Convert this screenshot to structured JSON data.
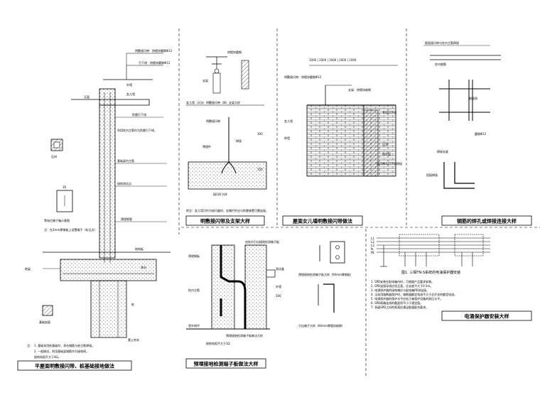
{
  "panels": {
    "p1": {
      "title": "平屋面明敷接闪带、桩基础接地做法",
      "labels": {
        "rod_top": "明敷接闪带：热镀锌圆钢Φ12",
        "rod_top2": "引下线：热镀锌圆钢Φ12",
        "parapet": "女儿墙",
        "roof_layer": "天面",
        "outside_wall": "外墙",
        "downlead": "防雷引下线",
        "downlead_note": "利用柱内主筋作为防雷引下线，",
        "pile_cap": "承台",
        "ground_beam": "地梁",
        "beam_note": "基础梁内主筋",
        "pile": "桩",
        "test_box": "接地测试点",
        "stone": "石材",
        "pipe": "预埋钢管",
        "bolt_box_title": "等电位端子箱示意图",
        "bolt_box_note": "注：在2mm厚钢板上设置端子（标记点）",
        "bottom_section": "基础剖面",
        "notes_head": "注：",
        "note1": "1. 基础采用桩基础时，承台钢筋与桩主筋焊接。",
        "note2": "2. 一般情况，利用基础梁钢筋作为接地网，",
        "note3": "接地电阻不大于4Ω。",
        "dim30": "30",
        "slab": "结构板",
        "soil": "素土夯实"
      }
    },
    "p2": {
      "title": "明敷接闪带及支架大样",
      "labels": {
        "rod": "热镀锌圆钢",
        "bracket": "支架",
        "sub_title": "女儿墙（天沟）明敷接闪带（网）支架大样",
        "bar_label": "明敷接闪带",
        "embed": "预埋件",
        "weld": "焊接",
        "bottom_label": "接闪杆大样",
        "note": "附注：女儿墙可作为接闪器时，金属栏杆应与防雷装置可靠连接。",
        "dim300": "300",
        "dim150": "150"
      }
    },
    "p3": {
      "title": "屋面女儿墙明敷接闪带做法",
      "labels": {
        "dims": "1000 | 1000 | 1000 | 1000 | 1000",
        "rod": "明敷接闪带：热镀锌圆钢Φ12",
        "support": "支架：热镀锌扁钢",
        "parapet": "女儿墙",
        "downlead": "专设引下线",
        "brick": "砖墙",
        "note": "接闪带与引下线焊接",
        "coping": "压顶",
        "layer": "防水层"
      }
    },
    "p4": {
      "title": "钢筋的焊孔或焊接连接大样",
      "labels": {
        "top": "屋面接闪带与柱内主筋焊接",
        "rebar": "柱内钢筋",
        "weld": "焊接长度",
        "mesh": "钢筋网",
        "round": "圆钢Φ12",
        "joint": "搭接焊接"
      }
    },
    "p5": {
      "title": "预埋接地检测端子板做法大样",
      "labels": {
        "top": "由柱内引出接地检测端子板",
        "plate": "预埋钢板",
        "box": "测试盒",
        "floor": "室外地坪",
        "wall": "外墙",
        "rebar": "柱内主筋",
        "sub": "预埋接地检测端子板做法大样",
        "note": "接地电阻不大于1Ω",
        "dim500": "500"
      }
    },
    "p6": {
      "labels": {
        "a": "预埋接地检测端子板大样（60mm厚钢板）",
        "b": "引出端子大样（60mm厚镀锌扁钢）"
      }
    },
    "p7": {
      "title": "电涌保护器安装大样",
      "labels": {
        "sub": "图1. 三相TN-S系统的电涌保护器安装",
        "notes": [
          "1. SPD安装在配电箱内时，可根据产品要求安装。",
          "2. SPD连接导线应短且直，总长度不大于0.5m。",
          "3. 电涌保护器的接地端应与配电箱PE排连接。",
          "4. 当采用熔断器保护时，熔断器额定电流不大于总开关的额定电流。",
          "5. 电涌保护器的保护水平应低于被保护设备的耐压水平。",
          "6. SPD两端连线的截面积不小于规定值。",
          "7. 多级SPD之间的距离应满足能量配合要求。"
        ],
        "phases": [
          "L1",
          "L2",
          "L3",
          "N",
          "PE"
        ]
      }
    }
  }
}
